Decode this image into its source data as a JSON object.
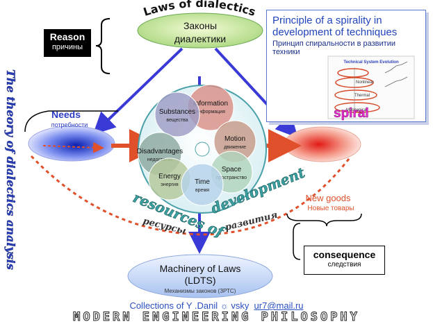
{
  "header": {
    "title_en": "Laws of dialectics",
    "title_ru_line1": "Законы",
    "title_ru_line2": "диалектики"
  },
  "spiral_panel": {
    "title": "Principle of a spirality in development of techniques",
    "subtitle": "Принцип спиральности в развитии техники",
    "inset_title": "Technical System Evolution",
    "inset_labels": [
      "Nonlinear",
      "Thermal",
      "Mechanical"
    ],
    "spiral_word": "spiral"
  },
  "reason": {
    "en": "Reason",
    "ru": "причины"
  },
  "side_label": "The theory of dialectics analysis",
  "needs": {
    "en": "Needs",
    "ru": "потребности"
  },
  "new_goods": {
    "en": "New goods",
    "ru": "Новые товары"
  },
  "resources": [
    {
      "en": "Information",
      "ru": "информация",
      "color": "#d98f86"
    },
    {
      "en": "Substances",
      "ru": "вещества",
      "color": "#9e9cc4"
    },
    {
      "en": "Motion",
      "ru": "движение",
      "color": "#c69a88"
    },
    {
      "en": "Disadvantages",
      "ru": "недостатки",
      "color": "#8ca8a0"
    },
    {
      "en": "Space",
      "ru": "пространство",
      "color": "#b0d4bc"
    },
    {
      "en": "Energy",
      "ru": "энергия",
      "color": "#b4c89c"
    },
    {
      "en": "Time",
      "ru": "время",
      "color": "#b6d2ea"
    }
  ],
  "resources_caption": {
    "en1": "resources of",
    "ru1": "ресурсы",
    "en2": "development",
    "ru2": "развития"
  },
  "consequence": {
    "en": "consequence",
    "ru": "следствия"
  },
  "machinery": {
    "line1": "Machinery of Laws",
    "line2": "(LDTS)",
    "ru": "Механизмы законов (ЗРТС)"
  },
  "footer": {
    "credit": "Collections  of  Y .Danil",
    "credit_sym": "☼",
    "credit_end": "vsky",
    "email": "ur7@mail.ru",
    "banner": "MODERN ENGINEERING PHILOSOPHY"
  },
  "colors": {
    "blue_arrow": "#3a3ad6",
    "orange": "#e0502a",
    "footer_blue": "#2a4fc2"
  }
}
